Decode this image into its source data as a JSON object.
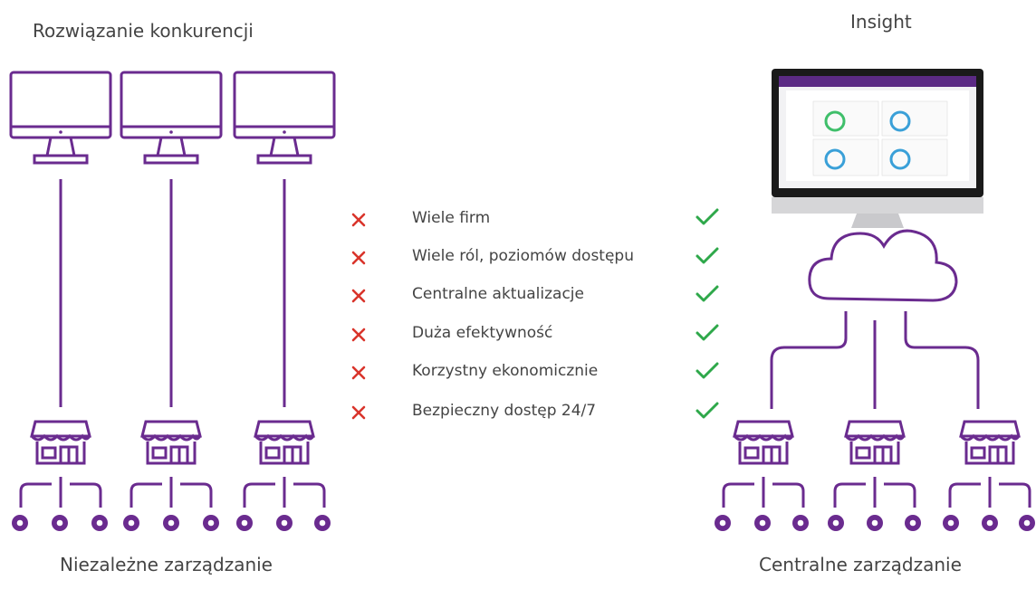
{
  "left_title": "Rozwiązanie konkurencji",
  "right_title": "Insight",
  "left_caption": "Niezależne zarządzanie",
  "right_caption": "Centralne zarządzanie",
  "features": [
    "Wiele firm",
    "Wiele ról, poziomów dostępu",
    "Centralne aktualizacje",
    "Duża efektywność",
    "Korzystny ekonomicznie",
    "Bezpieczny dostęp 24/7"
  ],
  "icons": {
    "monitor": "monitor-icon",
    "store": "store-icon",
    "location": "location-pin-icon",
    "cloud": "cloud-icon",
    "cross": "cross-icon",
    "check": "check-icon"
  },
  "colors": {
    "purple": "#6a2b8f",
    "cross_red": "#d9342b",
    "check_green": "#2ea84a",
    "text": "#444444"
  }
}
